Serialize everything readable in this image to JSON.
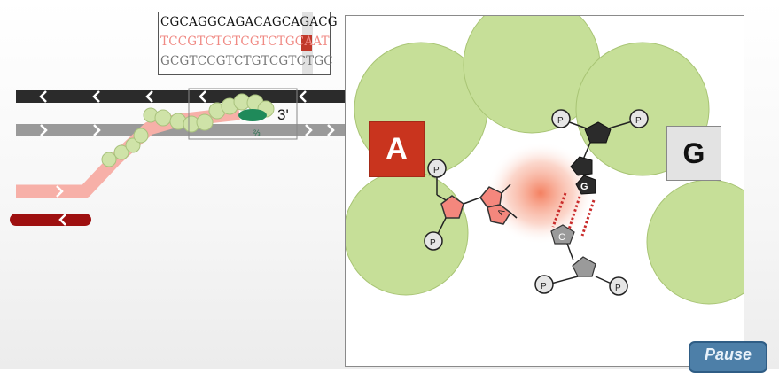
{
  "sequence_box": {
    "line1": "CGCAGGCAGACAGCAGACG",
    "line2": "TCCGTCTGTCGTCTGCAAT",
    "line3": "GCGTCCGTCTGTCGTCTGC",
    "highlighted_base": "A"
  },
  "strand": {
    "end_label": "3'"
  },
  "panel": {
    "incoming_base_label": "A",
    "template_base_label": "G",
    "nucleotide_a": "A",
    "nucleotide_g": "G",
    "nucleotide_c": "C",
    "phosphate": "P"
  },
  "controls": {
    "pause_label": "Pause"
  },
  "colors": {
    "polymerase_green": "#c8e0a0",
    "incoming_red": "#c9341e",
    "pink_strand": "#f7b0a8",
    "dark_strand": "#2b2b2b",
    "grey_strand": "#9a9a9a",
    "primer_red": "#9e1010"
  }
}
